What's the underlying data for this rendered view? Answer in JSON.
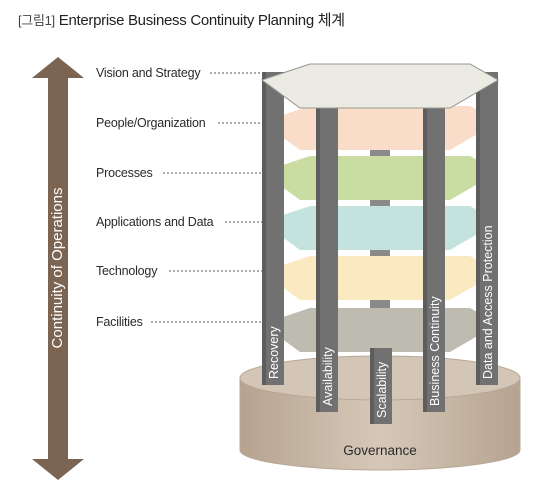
{
  "caption": {
    "prefix": "[그림1]",
    "title": "Enterprise Business Continuity Planning 체계"
  },
  "side_arrow": {
    "label": "Continuity of Operations",
    "color": "#7b6452"
  },
  "layers": [
    {
      "label": "Vision and Strategy",
      "color": "#ecebe3"
    },
    {
      "label": "People/Organization",
      "color": "#f9ddc8"
    },
    {
      "label": "Processes",
      "color": "#c9dca2"
    },
    {
      "label": "Applications and Data",
      "color": "#c4e3df"
    },
    {
      "label": "Technology",
      "color": "#fbe9c1"
    },
    {
      "label": "Facilities",
      "color": "#bebbb0"
    }
  ],
  "pillars": [
    {
      "label": "Recovery"
    },
    {
      "label": "Availability"
    },
    {
      "label": "Scalability"
    },
    {
      "label": "Business Continuity"
    },
    {
      "label": "Data and Access Protection"
    }
  ],
  "base": {
    "label": "Governance",
    "color": "#c9b9a7"
  },
  "pillar_color": "#717171"
}
